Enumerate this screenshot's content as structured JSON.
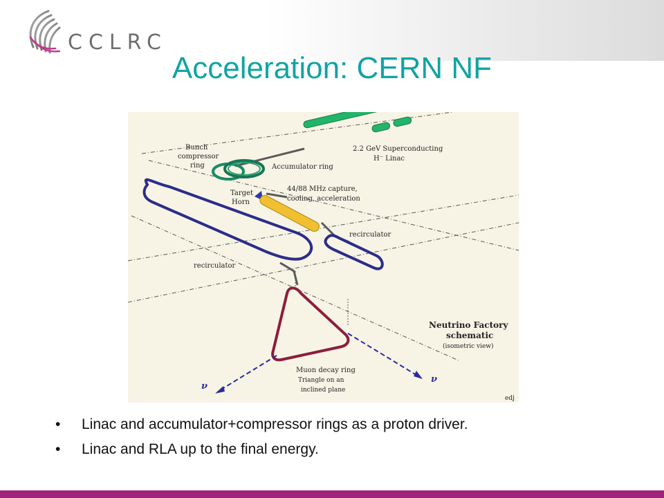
{
  "header": {
    "logo_text": "CCLRC",
    "title": "Acceleration: CERN NF"
  },
  "diagram": {
    "labels": {
      "bunch_compressor": [
        "Bunch",
        "compressor",
        "ring"
      ],
      "linac": [
        "2.2 GeV Superconducting",
        "H⁻ Linac"
      ],
      "accumulator": "Accumulator ring",
      "capture": [
        "44/88 MHz capture,",
        "cooling, acceleration"
      ],
      "target_horn": [
        "Target",
        "Horn"
      ],
      "recirculator_right": "recirculator",
      "recirculator_left": "recirculator",
      "title": [
        "Neutrino Factory",
        "schematic",
        "(isometric view)"
      ],
      "muon_ring": [
        "Muon decay ring",
        "Triangle on an",
        "inclined plane"
      ],
      "nu_left": "ν",
      "nu_right": "ν",
      "corner_mark": "edj"
    },
    "colors": {
      "background": "#f7f4e6",
      "linac": "#22b56a",
      "accumulator": "#17805a",
      "recirculator": "#2c2c8a",
      "capture": "#f0c030",
      "muon_ring": "#8c1e3c"
    }
  },
  "bullets": [
    "Linac and accumulator+compressor rings as a proton driver.",
    "Linac and RLA up to the final energy."
  ],
  "colors": {
    "title": "#13a3a3",
    "footer": "#a1227a",
    "logo_text": "#6e6e6e"
  }
}
